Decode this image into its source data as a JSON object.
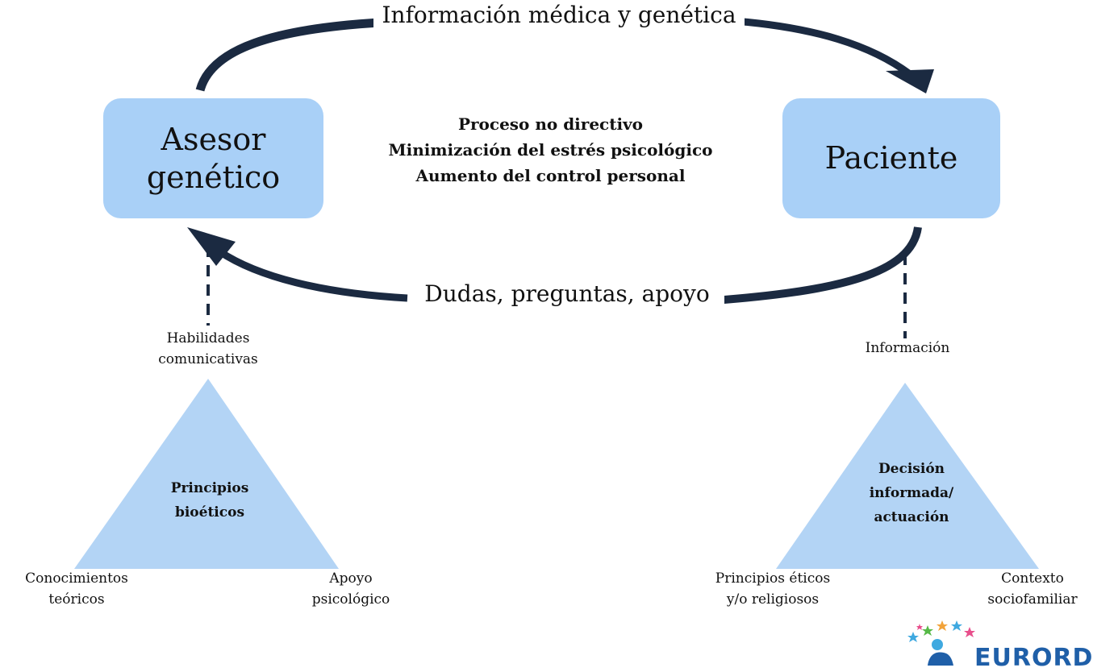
{
  "nodes": {
    "asesor": "Asesor\ngenético",
    "paciente": "Paciente"
  },
  "arrows": {
    "top": "Información médica y genética",
    "bottom": "Dudas, preguntas, apoyo"
  },
  "center_text": [
    "Proceso no directivo",
    "Minimización del estrés psicológico",
    "Aumento del control personal"
  ],
  "left_triangle": {
    "center": "Principios\nbioéticos",
    "top": "Habilidades\ncomunicativas",
    "bottom_left": "Conocimientos\nteóricos",
    "bottom_right": "Apoyo\npsicológico"
  },
  "right_triangle": {
    "center": "Decisión\ninformada/\nactuación",
    "top": "Información",
    "bottom_left": "Principios éticos\ny/o religiosos",
    "bottom_right": "Contexto\nsociofamiliar"
  },
  "logo": {
    "text": "EURORDIS",
    "icon": "eurordis-logo-icon"
  },
  "colors": {
    "box_fill": "#a9d0f7",
    "triangle_fill": "#b3d4f5",
    "arrow": "#1b2a41",
    "logo_blue": "#1f5fa8"
  }
}
